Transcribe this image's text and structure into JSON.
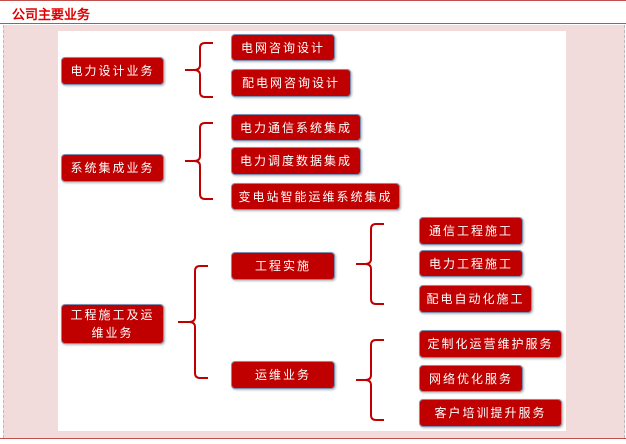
{
  "title": "公司主要业务",
  "diagram": {
    "design": {
      "label": "电力设计业务",
      "children": [
        "电网咨询设计",
        "配电网咨询设计"
      ]
    },
    "integration": {
      "label": "系统集成业务",
      "children": [
        "电力通信系统集成",
        "电力调度数据集成",
        "变电站智能运维系统集成"
      ]
    },
    "construction": {
      "label": "工程施工及运维业务",
      "implementation": {
        "label": "工程实施",
        "children": [
          "通信工程施工",
          "电力工程施工",
          "配电自动化施工"
        ]
      },
      "operation": {
        "label": "运维业务",
        "children": [
          "定制化运营维护服务",
          "网络优化服务",
          "客户培训提升服务"
        ]
      }
    }
  }
}
